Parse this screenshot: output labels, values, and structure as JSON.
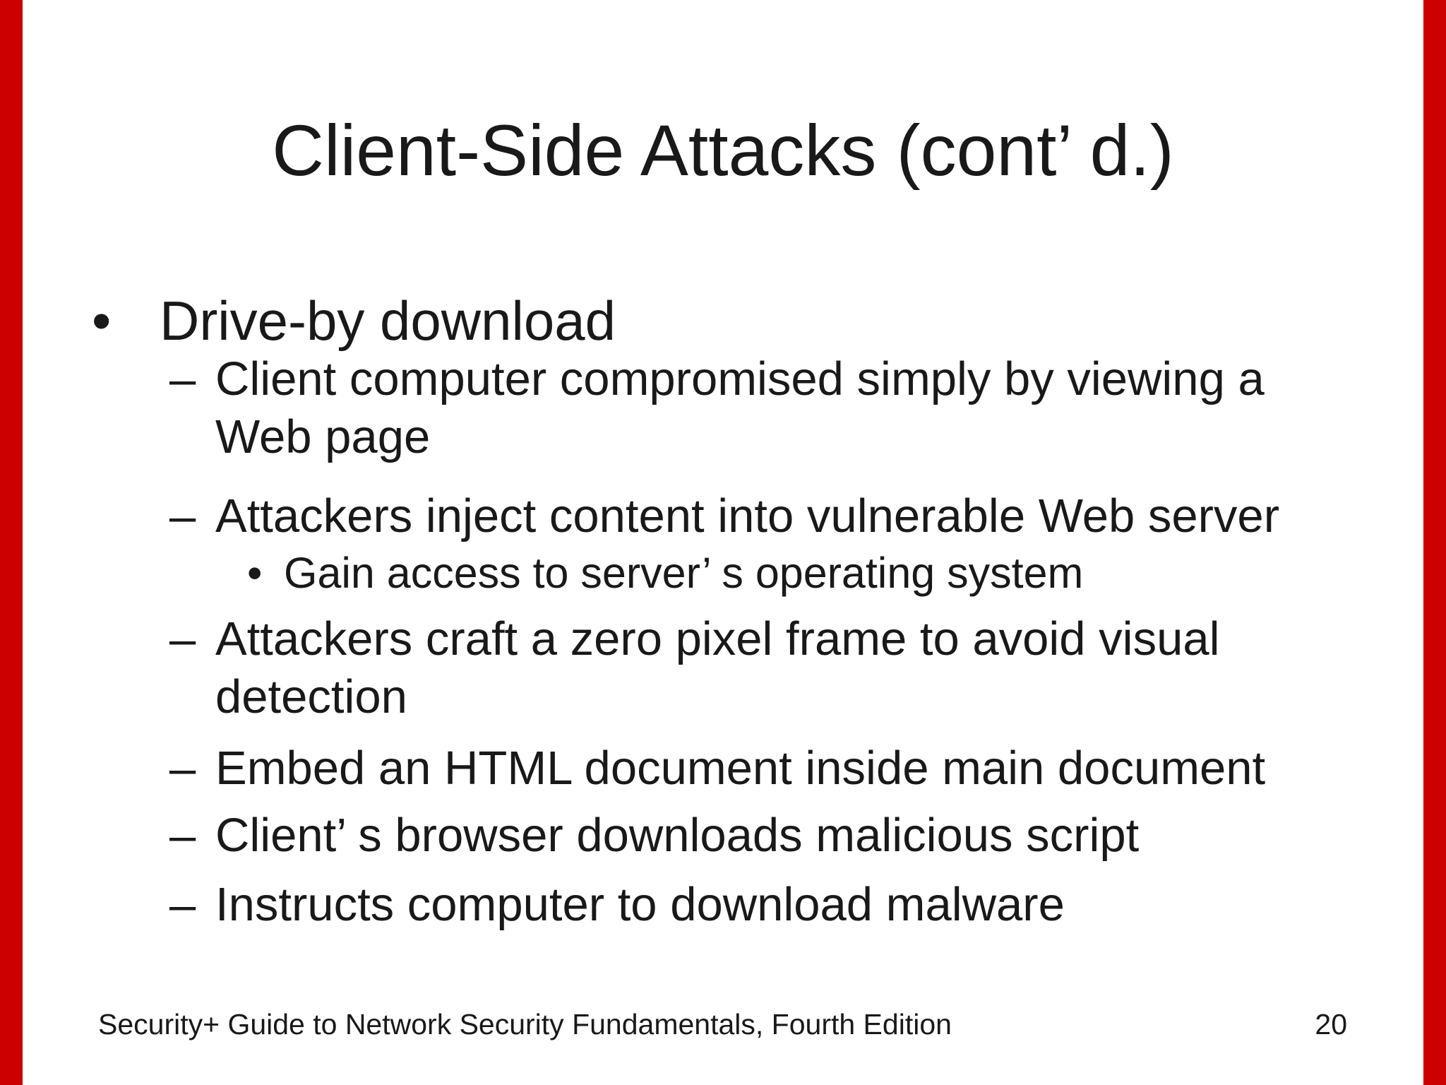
{
  "slide": {
    "title": "Client-Side Attacks (cont’ d.)",
    "bullets": [
      {
        "level": 1,
        "marker": "•",
        "text": "Drive-by download"
      },
      {
        "level": 2,
        "marker": "–",
        "text": "Client computer compromised simply by viewing a Web page"
      },
      {
        "level": 2,
        "marker": "–",
        "text": "Attackers inject content into vulnerable Web server"
      },
      {
        "level": 3,
        "marker": "•",
        "text": "Gain access to server’ s operating system"
      },
      {
        "level": 2,
        "marker": "–",
        "text": "Attackers craft a zero pixel frame to avoid visual detection"
      },
      {
        "level": 2,
        "marker": "–",
        "text": "Embed an HTML document inside main document"
      },
      {
        "level": 2,
        "marker": "–",
        "text": "Client’ s browser downloads malicious script"
      },
      {
        "level": 2,
        "marker": "–",
        "text": "Instructs computer to download malware"
      }
    ],
    "footer": {
      "left": "Security+ Guide to Network Security Fundamentals, Fourth Edition",
      "page_number": "20"
    }
  },
  "colors": {
    "background": "#ffffff",
    "text": "#191919",
    "edge_bars": "#cc0000"
  }
}
